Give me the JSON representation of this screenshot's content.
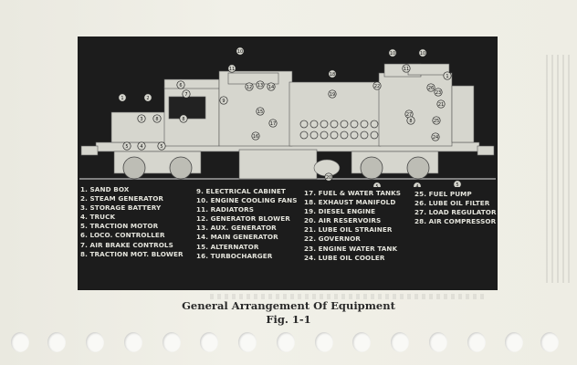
{
  "figure": {
    "legend": [
      [
        "1. SAND BOX",
        "2. STEAM GENERATOR",
        "3. STORAGE BATTERY",
        "4. TRUCK",
        "5. TRACTION MOTOR",
        "6. LOCO. CONTROLLER",
        "7. AIR BRAKE CONTROLS",
        "8. TRACTION MOT. BLOWER"
      ],
      [
        "9. ELECTRICAL CABINET",
        "10. ENGINE COOLING FANS",
        "11. RADIATORS",
        "12. GENERATOR BLOWER",
        "13. AUX. GENERATOR",
        "14. MAIN GENERATOR",
        "15. ALTERNATOR",
        "16. TURBOCHARGER"
      ],
      [
        "17. FUEL & WATER TANKS",
        "18. EXHAUST MANIFOLD",
        "19. DIESEL ENGINE",
        "20. AIR RESERVOIRS",
        "21. LUBE OIL STRAINER",
        "22. GOVERNOR",
        "23. ENGINE WATER TANK",
        "24. LUBE OIL COOLER"
      ],
      [
        "25. FUEL PUMP",
        "26. LUBE OIL FILTER",
        "27. LOAD REGULATOR",
        "28. AIR COMPRESSOR"
      ]
    ],
    "callouts": [
      "1",
      "2",
      "3",
      "8",
      "5",
      "4",
      "5",
      "6",
      "7",
      "8",
      "9",
      "10",
      "11",
      "12",
      "13",
      "14",
      "15",
      "16",
      "17",
      "18",
      "19",
      "20",
      "10",
      "10",
      "11",
      "1",
      "22",
      "23",
      "24",
      "26",
      "21",
      "27",
      "8",
      "25",
      "5",
      "4",
      "5"
    ],
    "colors": {
      "plate": "#1c1c1c",
      "drawing": "#d6d6ce",
      "paper": "#efeee6"
    }
  },
  "caption": {
    "title": "General Arrangement Of Equipment",
    "fig": "Fig. 1-1"
  }
}
